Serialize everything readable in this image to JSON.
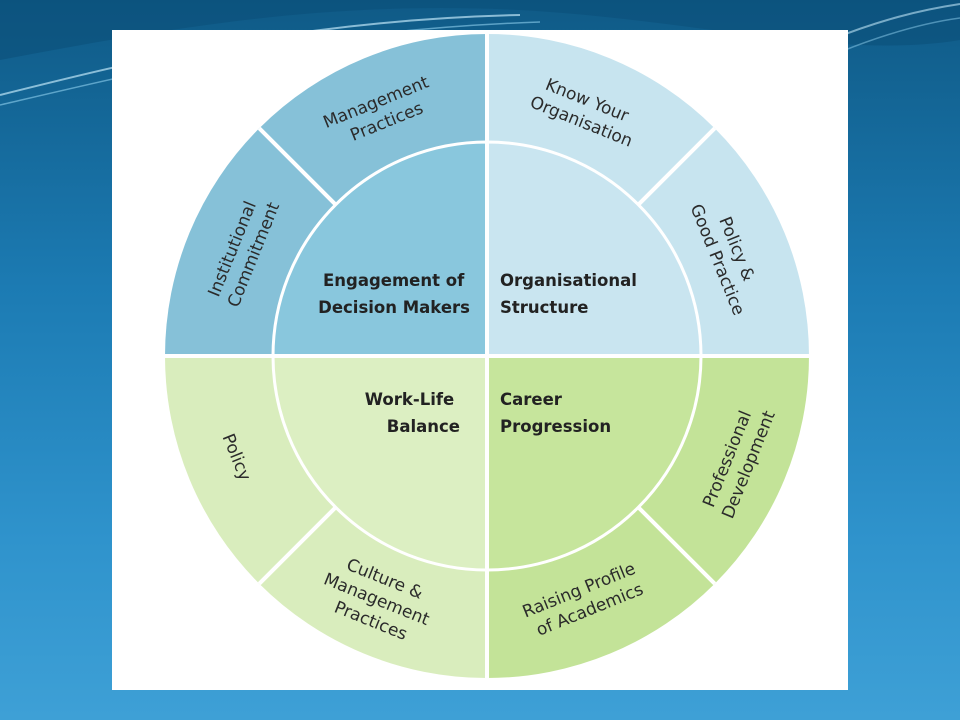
{
  "colors": {
    "quadrant_engagement": "#89c7dd",
    "quadrant_organisational": "#c9e5f0",
    "quadrant_worklife": "#dcefc2",
    "quadrant_career": "#c6e59c",
    "outer_engagement": "#86c1d8",
    "outer_organisational": "#c7e4ef",
    "outer_worklife": "#d9edbd",
    "outer_career": "#c3e398",
    "divider": "#ffffff",
    "text": "#222222"
  },
  "inner": {
    "engagement": {
      "line1": "Engagement of",
      "line2": "Decision Makers"
    },
    "organisational": {
      "line1": "Organisational",
      "line2": "Structure"
    },
    "worklife": {
      "line1": "Work-Life",
      "line2": "Balance"
    },
    "career": {
      "line1": "Career",
      "line2": "Progression"
    }
  },
  "outer": {
    "management_practices": {
      "line1": "Management",
      "line2": "Practices"
    },
    "institutional_commitment": {
      "line1": "Institutional",
      "line2": "Commitment"
    },
    "know_your_organisation": {
      "line1": "Know Your",
      "line2": "Organisation"
    },
    "policy_good_practice": {
      "line1": "Policy &",
      "line2": "Good Practice"
    },
    "policy": {
      "line1": "Policy"
    },
    "culture_management": {
      "line1": "Culture &",
      "line2": "Management",
      "line3": "Practices"
    },
    "professional_development": {
      "line1": "Professional",
      "line2": "Development"
    },
    "raising_profile": {
      "line1": "Raising Profile",
      "line2": "of Academics"
    }
  }
}
